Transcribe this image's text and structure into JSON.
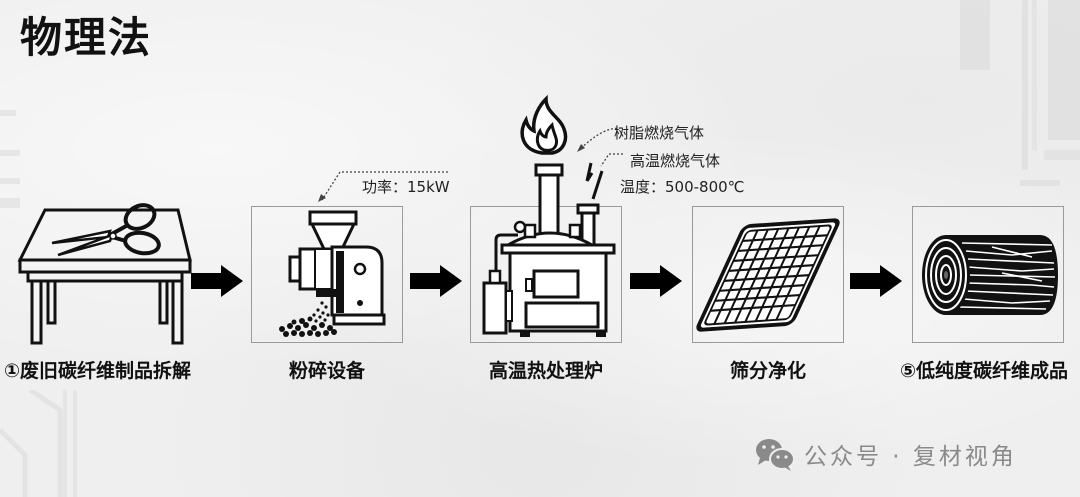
{
  "title": "物理法",
  "stages": [
    {
      "id": 1,
      "label": "①废旧碳纤维制品拆解",
      "icon": "scissors-on-table-icon"
    },
    {
      "id": 2,
      "label": "粉碎设备",
      "icon": "grinder-icon"
    },
    {
      "id": 3,
      "label": "高温热处理炉",
      "icon": "furnace-icon"
    },
    {
      "id": 4,
      "label": "筛分净化",
      "icon": "sieve-mesh-icon"
    },
    {
      "id": 5,
      "label": "⑤低纯度碳纤维成品",
      "icon": "fiber-roll-icon"
    }
  ],
  "annotations": {
    "grinder_power": "功率：15kW",
    "resin_gas": "树脂燃烧气体",
    "hot_gas": "高温燃烧气体",
    "temperature": "温度：500-800℃"
  },
  "watermark": {
    "icon": "wechat-icon",
    "text": "公众号 · 复材视角"
  },
  "colors": {
    "ink": "#111111",
    "frame": "#9a9a9a",
    "background": "#efefef",
    "watermark": "#8a8a8a"
  }
}
